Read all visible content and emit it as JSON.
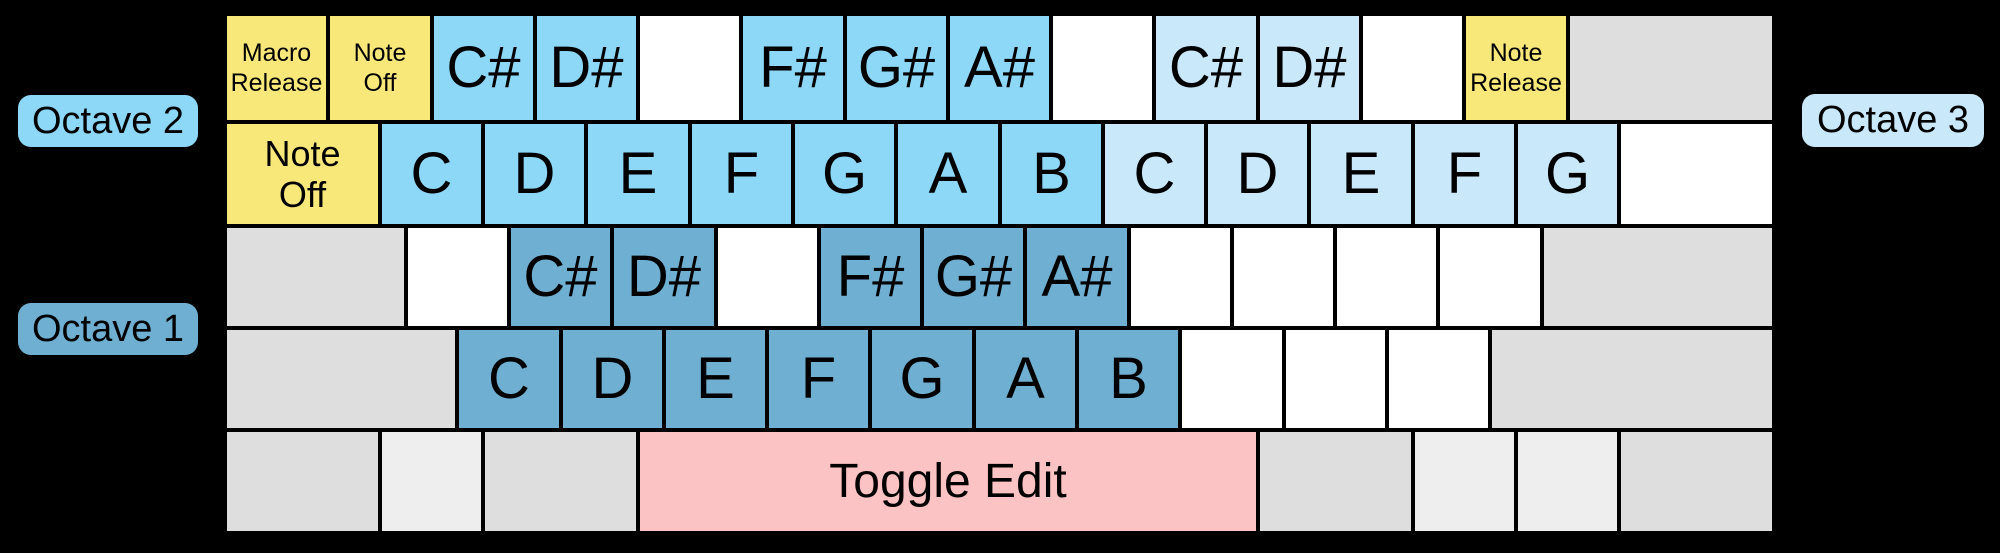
{
  "octave_labels": {
    "octave1": "Octave 1",
    "octave2": "Octave 2",
    "octave3": "Octave 3"
  },
  "colors": {
    "background": "#000000",
    "key_border": "#000000",
    "text": "#000000",
    "octave1": "#6FB0D2",
    "octave2": "#8DD7F7",
    "octave3": "#C9E8FA",
    "macro": "#F8E87A",
    "toggle_edit": "#FBC3C3",
    "modifier_gray": "#DEDEDE",
    "modifier_light_gray": "#EEEEEE",
    "unmapped_white": "#FFFFFF"
  },
  "keyboard": {
    "rows": [
      {
        "name": "number-row",
        "keys": [
          {
            "label": "Macro\nRelease",
            "type": "macro",
            "w": 1
          },
          {
            "label": "Note\nOff",
            "type": "macro",
            "w": 1
          },
          {
            "label": "C#",
            "type": "oct2",
            "w": 1
          },
          {
            "label": "D#",
            "type": "oct2",
            "w": 1
          },
          {
            "label": "",
            "type": "blank",
            "w": 1
          },
          {
            "label": "F#",
            "type": "oct2",
            "w": 1
          },
          {
            "label": "G#",
            "type": "oct2",
            "w": 1
          },
          {
            "label": "A#",
            "type": "oct2",
            "w": 1
          },
          {
            "label": "",
            "type": "blank",
            "w": 1
          },
          {
            "label": "C#",
            "type": "oct3",
            "w": 1
          },
          {
            "label": "D#",
            "type": "oct3",
            "w": 1
          },
          {
            "label": "",
            "type": "blank",
            "w": 1
          },
          {
            "label": "Note\nRelease",
            "type": "macro",
            "w": 1
          },
          {
            "label": "",
            "type": "mod",
            "w": 2
          }
        ]
      },
      {
        "name": "qwerty-row",
        "keys": [
          {
            "label": "Note\nOff",
            "type": "macro",
            "w": 1.5
          },
          {
            "label": "C",
            "type": "oct2",
            "w": 1
          },
          {
            "label": "D",
            "type": "oct2",
            "w": 1
          },
          {
            "label": "E",
            "type": "oct2",
            "w": 1
          },
          {
            "label": "F",
            "type": "oct2",
            "w": 1
          },
          {
            "label": "G",
            "type": "oct2",
            "w": 1
          },
          {
            "label": "A",
            "type": "oct2",
            "w": 1
          },
          {
            "label": "B",
            "type": "oct2",
            "w": 1
          },
          {
            "label": "C",
            "type": "oct3",
            "w": 1
          },
          {
            "label": "D",
            "type": "oct3",
            "w": 1
          },
          {
            "label": "E",
            "type": "oct3",
            "w": 1
          },
          {
            "label": "F",
            "type": "oct3",
            "w": 1
          },
          {
            "label": "G",
            "type": "oct3",
            "w": 1
          },
          {
            "label": "",
            "type": "blank",
            "w": 1.5
          }
        ]
      },
      {
        "name": "home-row",
        "keys": [
          {
            "label": "",
            "type": "mod",
            "w": 1.75
          },
          {
            "label": "",
            "type": "blank",
            "w": 1
          },
          {
            "label": "C#",
            "type": "oct1",
            "w": 1
          },
          {
            "label": "D#",
            "type": "oct1",
            "w": 1
          },
          {
            "label": "",
            "type": "blank",
            "w": 1
          },
          {
            "label": "F#",
            "type": "oct1",
            "w": 1
          },
          {
            "label": "G#",
            "type": "oct1",
            "w": 1
          },
          {
            "label": "A#",
            "type": "oct1",
            "w": 1
          },
          {
            "label": "",
            "type": "blank",
            "w": 1
          },
          {
            "label": "",
            "type": "blank",
            "w": 1
          },
          {
            "label": "",
            "type": "blank",
            "w": 1
          },
          {
            "label": "",
            "type": "blank",
            "w": 1
          },
          {
            "label": "",
            "type": "mod",
            "w": 2.25
          }
        ]
      },
      {
        "name": "lower-letter-row",
        "keys": [
          {
            "label": "",
            "type": "mod",
            "w": 2.25
          },
          {
            "label": "C",
            "type": "oct1",
            "w": 1
          },
          {
            "label": "D",
            "type": "oct1",
            "w": 1
          },
          {
            "label": "E",
            "type": "oct1",
            "w": 1
          },
          {
            "label": "F",
            "type": "oct1",
            "w": 1
          },
          {
            "label": "G",
            "type": "oct1",
            "w": 1
          },
          {
            "label": "A",
            "type": "oct1",
            "w": 1
          },
          {
            "label": "B",
            "type": "oct1",
            "w": 1
          },
          {
            "label": "",
            "type": "blank",
            "w": 1
          },
          {
            "label": "",
            "type": "blank",
            "w": 1
          },
          {
            "label": "",
            "type": "blank",
            "w": 1
          },
          {
            "label": "",
            "type": "mod",
            "w": 2.75
          }
        ]
      },
      {
        "name": "space-row",
        "keys": [
          {
            "label": "",
            "type": "mod",
            "w": 1.5
          },
          {
            "label": "",
            "type": "mod-light",
            "w": 1
          },
          {
            "label": "",
            "type": "mod",
            "w": 1.5
          },
          {
            "label": "Toggle Edit",
            "type": "edit",
            "w": 6
          },
          {
            "label": "",
            "type": "mod",
            "w": 1.5
          },
          {
            "label": "",
            "type": "mod-light",
            "w": 1
          },
          {
            "label": "",
            "type": "mod-light",
            "w": 1
          },
          {
            "label": "",
            "type": "mod",
            "w": 1.5
          }
        ]
      }
    ]
  }
}
